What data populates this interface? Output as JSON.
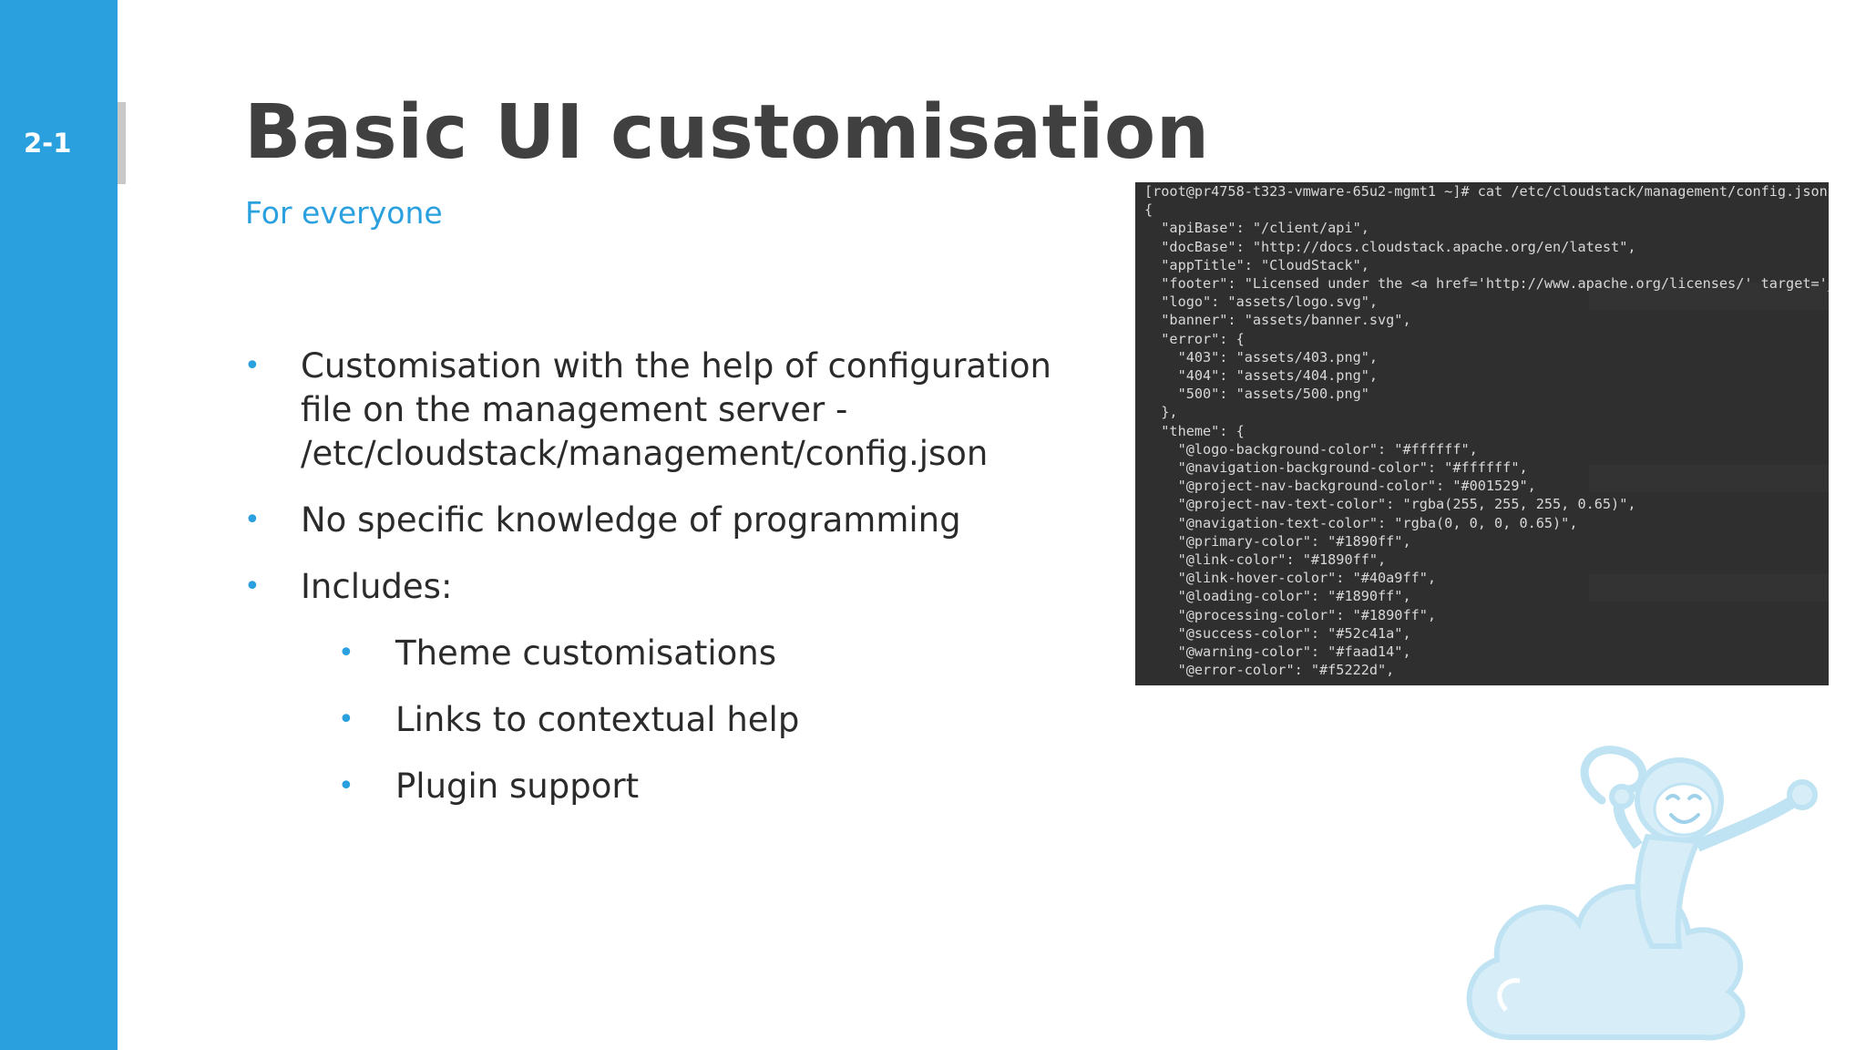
{
  "slide": {
    "number": "2-1",
    "title": "Basic UI customisation",
    "subtitle": "For everyone"
  },
  "bullets": [
    {
      "text": "Customisation with the help of configuration file on the management server - /etc/cloudstack/management/config.json",
      "level": 1
    },
    {
      "text": "No specific knowledge of programming",
      "level": 1
    },
    {
      "text": "Includes:",
      "level": 1
    },
    {
      "text": "Theme customisations",
      "level": 2
    },
    {
      "text": "Links to contextual help",
      "level": 2
    },
    {
      "text": "Plugin support",
      "level": 2
    }
  ],
  "bullet_lines": {
    "b1_l1": "Customisation with the help of configuration",
    "b1_l2": "file on the management server -",
    "b1_l3": "/etc/cloudstack/management/config.json"
  },
  "terminal": {
    "lines": [
      "[root@pr4758-t323-vmware-65u2-mgmt1 ~]# cat /etc/cloudstack/management/config.json",
      "{",
      "  \"apiBase\": \"/client/api\",",
      "  \"docBase\": \"http://docs.cloudstack.apache.org/en/latest\",",
      "  \"appTitle\": \"CloudStack\",",
      "  \"footer\": \"Licensed under the <a href='http://www.apache.org/licenses/' target='_",
      "  \"logo\": \"assets/logo.svg\",",
      "  \"banner\": \"assets/banner.svg\",",
      "  \"error\": {",
      "    \"403\": \"assets/403.png\",",
      "    \"404\": \"assets/404.png\",",
      "    \"500\": \"assets/500.png\"",
      "  },",
      "  \"theme\": {",
      "    \"@logo-background-color\": \"#ffffff\",",
      "    \"@navigation-background-color\": \"#ffffff\",",
      "    \"@project-nav-background-color\": \"#001529\",",
      "    \"@project-nav-text-color\": \"rgba(255, 255, 255, 0.65)\",",
      "    \"@navigation-text-color\": \"rgba(0, 0, 0, 0.65)\",",
      "    \"@primary-color\": \"#1890ff\",",
      "    \"@link-color\": \"#1890ff\",",
      "    \"@link-hover-color\": \"#40a9ff\",",
      "    \"@loading-color\": \"#1890ff\",",
      "    \"@processing-color\": \"#1890ff\",",
      "    \"@success-color\": \"#52c41a\",",
      "    \"@warning-color\": \"#faad14\",",
      "    \"@error-color\": \"#f5222d\","
    ]
  },
  "colors": {
    "sidebar": "#2aa0df",
    "title": "#404040",
    "accent": "#2aa0df",
    "terminal_bg": "#2f2f2f",
    "mascot": "#bfe3f3"
  },
  "icons": {
    "mascot": "cloudstack-monkey-on-cloud-icon"
  }
}
